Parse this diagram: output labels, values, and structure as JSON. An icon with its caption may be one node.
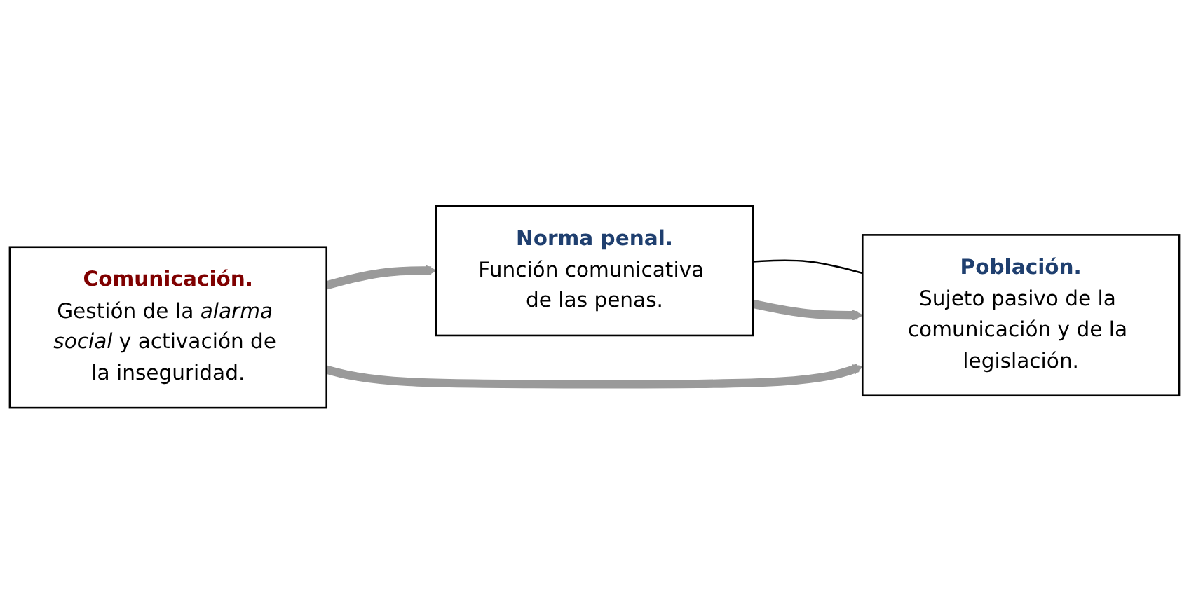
{
  "diagram": {
    "nodes": [
      {
        "text": [
          "Norma penal.",
          "Función comunicativa de las penas."
        ]
      },
      {
        "text": [
          "Población.",
          "Sujeto pasivo de la comunicación y de la legislación."
        ]
      },
      {
        "text": [
          "Comunicación.",
          "Gestión de la *alarma social* y activación de la inseguridad."
        ]
      }
    ],
    "edges": [
      {
        "from": 0,
        "to": 1,
        "arrow": "none",
        "color": "#000000"
      },
      {
        "from": 0,
        "to": 1,
        "arrow": "to"
      },
      {
        "from": 2,
        "to": 0,
        "arrow": "to"
      },
      {
        "from": 2,
        "to": 1,
        "arrow": "to"
      }
    ]
  }
}
